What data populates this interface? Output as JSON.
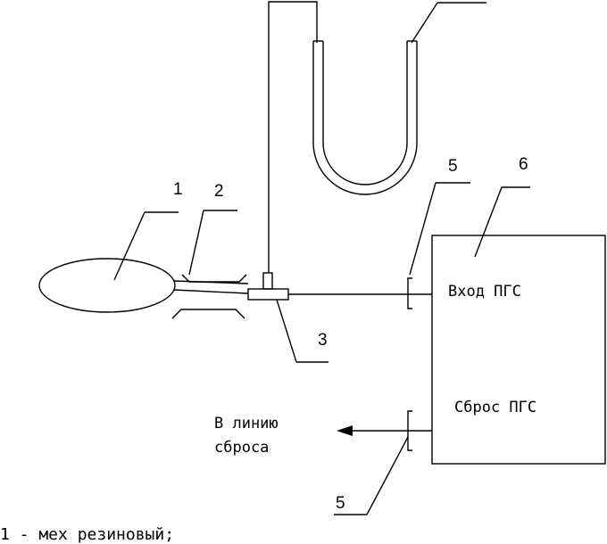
{
  "labels": {
    "n1": "1",
    "n2": "2",
    "n3": "3",
    "n5_top": "5",
    "n6": "6",
    "n5_bottom": "5"
  },
  "device": {
    "inlet": "Вход ПГС",
    "outlet": "Сброс ПГС"
  },
  "discharge": {
    "line1": "В линию",
    "line2": "сброса"
  },
  "caption": {
    "line1": "1 - мех резиновый;"
  }
}
